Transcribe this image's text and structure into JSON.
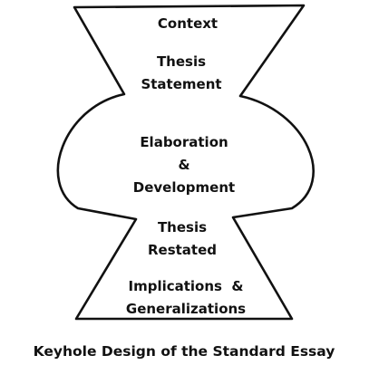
{
  "sections": {
    "top": {
      "context": "Context",
      "thesis_line1": "Thesis",
      "thesis_line2": "Statement"
    },
    "middle": {
      "line1": "Elaboration",
      "line2": "&",
      "line3": "Development"
    },
    "bottom": {
      "restated_line1": "Thesis",
      "restated_line2": "Restated",
      "implications_line1": "Implications  &",
      "implications_line2": "Generalizations"
    }
  },
  "caption": "Keyhole Design of the Standard Essay"
}
